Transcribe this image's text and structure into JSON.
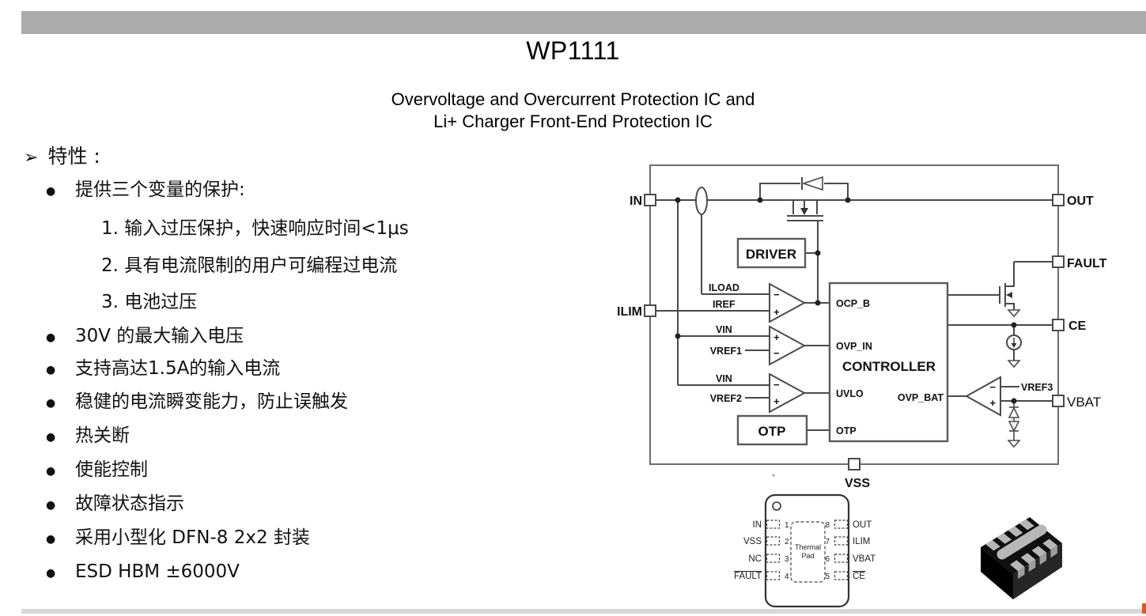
{
  "header": {
    "part_number": "WP1111",
    "subtitle_line1": "Overvoltage and Overcurrent Protection IC and",
    "subtitle_line2": "Li+ Charger Front-End Protection IC"
  },
  "features": {
    "marker": "➢",
    "heading": "特性 :",
    "bullet_glyph": "●",
    "items": [
      {
        "text": "提供三个变量的保护:"
      },
      {
        "text": "1. 输入过压保护，快速响应时间<1μs"
      },
      {
        "text": "2. 具有电流限制的用户可编程过电流"
      },
      {
        "text": "3. 电池过压"
      },
      {
        "text": "30V 的最大输入电压"
      },
      {
        "text": "支持高达1.5A的输入电流"
      },
      {
        "text": "稳健的电流瞬变能力，防止误触发"
      },
      {
        "text": "热关断"
      },
      {
        "text": "使能控制"
      },
      {
        "text": "故障状态指示"
      },
      {
        "text": "采用小型化 DFN-8  2x2 封装"
      },
      {
        "text": "ESD HBM ±6000V"
      }
    ]
  },
  "block_diagram": {
    "pin_labels": {
      "in": "IN",
      "ilim": "ILIM",
      "out": "OUT",
      "fault": "FAULT",
      "ce": "CE",
      "vbat": "VBAT",
      "vss": "VSS"
    },
    "blocks": {
      "driver": "DRIVER",
      "otp": "OTP",
      "controller": "CONTROLLER"
    },
    "signal_labels": {
      "iload": "ILOAD",
      "iref": "IREF",
      "vin_ovp": "VIN",
      "vref1": "VREF1",
      "vin_uvlo": "VIN",
      "vref2": "VREF2",
      "vref3": "VREF3"
    },
    "controller_ports": {
      "ocp_b": "OCP_B",
      "ovp_in": "OVP_IN",
      "uvlo": "UVLO",
      "otp": "OTP",
      "ovp_bat": "OVP_BAT"
    },
    "comparator_signs": {
      "plus": "+",
      "minus": "−"
    }
  },
  "pinout": {
    "left_pins": [
      {
        "number": "1",
        "name": "IN"
      },
      {
        "number": "2",
        "name": "VSS"
      },
      {
        "number": "3",
        "name": "NC"
      },
      {
        "number": "4",
        "name": "FAULT"
      }
    ],
    "right_pins": [
      {
        "number": "8",
        "name": "OUT"
      },
      {
        "number": "7",
        "name": "ILIM"
      },
      {
        "number": "6",
        "name": "VBAT"
      },
      {
        "number": "5",
        "name": "CE"
      }
    ],
    "thermal_pad": {
      "line1": "Thermal",
      "line2": "Pad"
    }
  },
  "colors": {
    "top_bar": "#ababab",
    "bottom_bar": "#d8d8d8",
    "accent_mark": "#e0551f",
    "diagram_line": "#4a4a4a",
    "text": "#1a1a1a",
    "package_body": "#111111",
    "package_pad": "#b7b7b7"
  }
}
